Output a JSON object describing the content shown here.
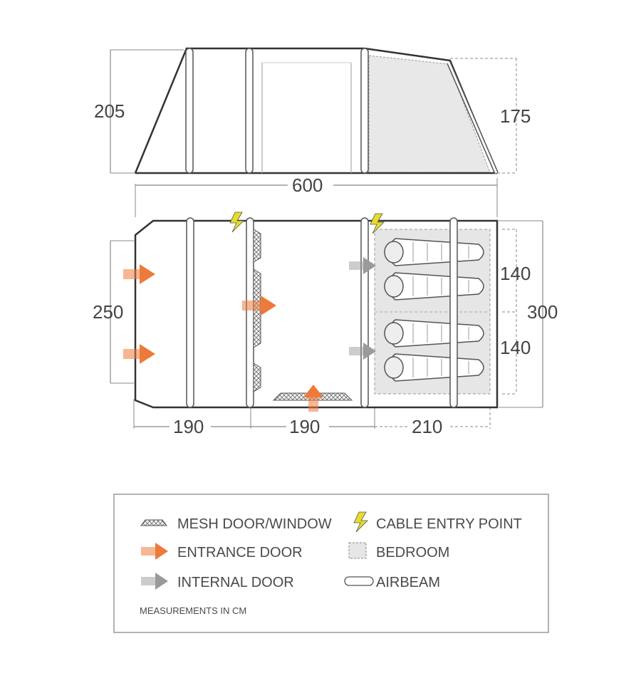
{
  "dimensions": {
    "side_height": "205",
    "side_inner_height": "175",
    "total_length": "600",
    "width_front": "250",
    "width_total": "300",
    "bedroom_depth_top": "140",
    "bedroom_depth_bottom": "140",
    "section_1": "190",
    "section_2": "190",
    "section_3": "210"
  },
  "legend": {
    "mesh": "MESH DOOR/WINDOW",
    "entrance": "ENTRANCE DOOR",
    "internal": "INTERNAL DOOR",
    "cable": "CABLE ENTRY POINT",
    "bedroom": "BEDROOM",
    "airbeam": "AIRBEAM",
    "note": "MEASUREMENTS IN CM"
  },
  "colors": {
    "outline": "#3a3a3a",
    "dimension_line": "#888888",
    "entrance_arrow": "#ee7a3a",
    "internal_arrow": "#9a9a9a",
    "bedroom_fill": "#e6e6e6",
    "cable_icon": "#e8dc2a"
  }
}
